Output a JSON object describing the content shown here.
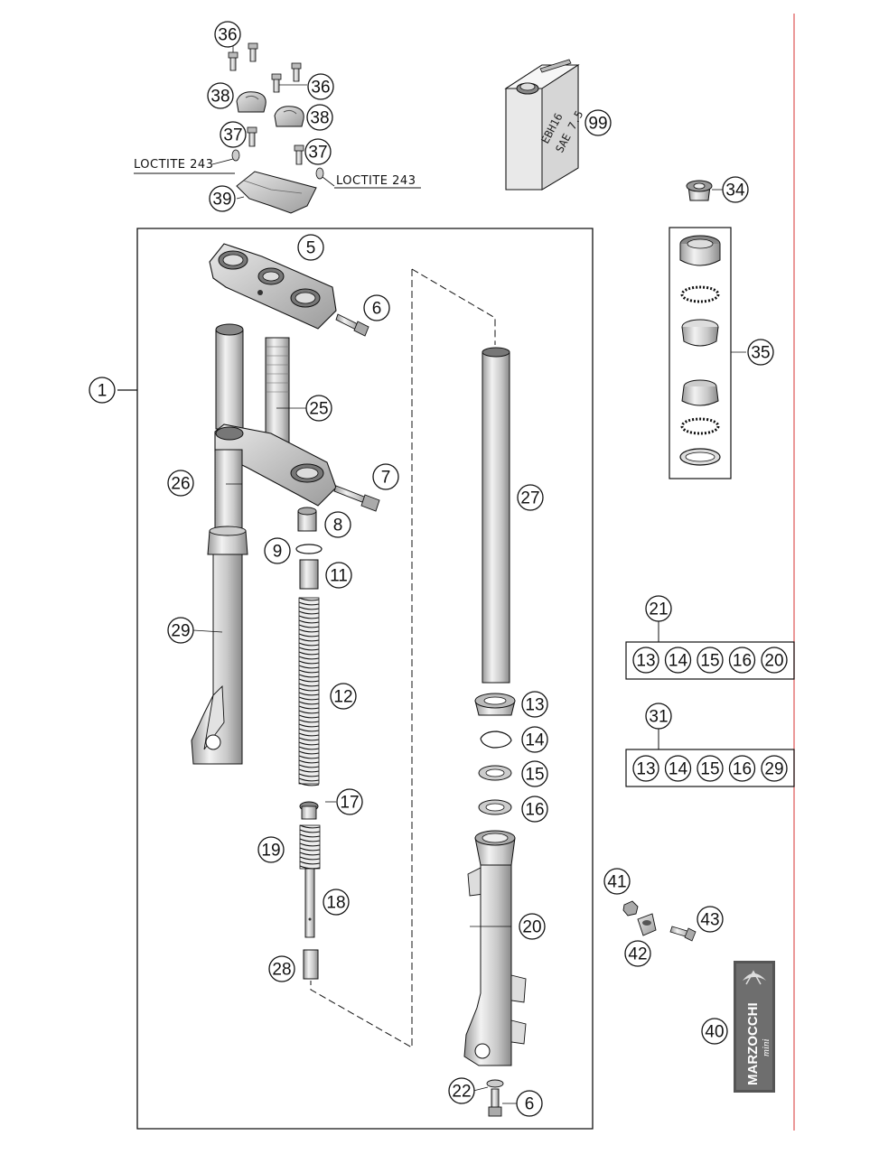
{
  "callouts": {
    "c1": "1",
    "c5": "5",
    "c6a": "6",
    "c6b": "6",
    "c7": "7",
    "c8": "8",
    "c9": "9",
    "c11": "11",
    "c12": "12",
    "c13": "13",
    "c14": "14",
    "c15": "15",
    "c16": "16",
    "c17": "17",
    "c18": "18",
    "c19": "19",
    "c20": "20",
    "c22": "22",
    "c25": "25",
    "c26": "26",
    "c27": "27",
    "c28": "28",
    "c29": "29",
    "c34": "34",
    "c35": "35",
    "c36a": "36",
    "c36b": "36",
    "c37a": "37",
    "c37b": "37",
    "c38a": "38",
    "c38b": "38",
    "c39": "39",
    "c40": "40",
    "c41": "41",
    "c42": "42",
    "c43": "43",
    "c99": "99",
    "c21": "21",
    "c31": "31"
  },
  "kit21": [
    "13",
    "14",
    "15",
    "16",
    "20"
  ],
  "kit31": [
    "13",
    "14",
    "15",
    "16",
    "29"
  ],
  "labels": {
    "loctite_left": "LOCTITE 243",
    "loctite_right": "LOCTITE 243"
  },
  "oil_can": {
    "line1": "EBH16",
    "line2": "SAE 7.5"
  },
  "decal": {
    "brand": "MARZOCCHI",
    "sub": "mini"
  },
  "colors": {
    "line": "#111111",
    "part_fill": "#d4d4d4",
    "part_dark": "#8c8c8c",
    "edge_line": "#e06060"
  }
}
